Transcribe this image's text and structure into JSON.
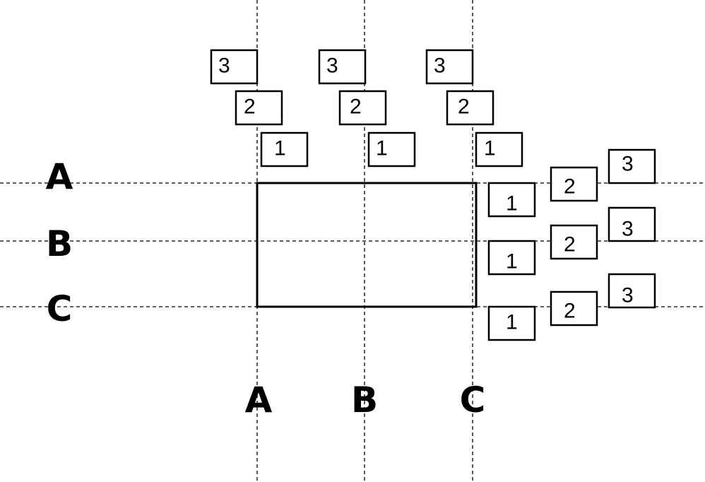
{
  "axis_labels": {
    "rows": [
      "A",
      "B",
      "C"
    ],
    "columns": [
      "A",
      "B",
      "C"
    ]
  },
  "column_tags": {
    "A": [
      "3",
      "2",
      "1"
    ],
    "B": [
      "3",
      "2",
      "1"
    ],
    "C": [
      "3",
      "2",
      "1"
    ]
  },
  "row_tags": {
    "A": [
      "1",
      "2",
      "3"
    ],
    "B": [
      "1",
      "2",
      "3"
    ],
    "C": [
      "1",
      "2",
      "3"
    ]
  }
}
